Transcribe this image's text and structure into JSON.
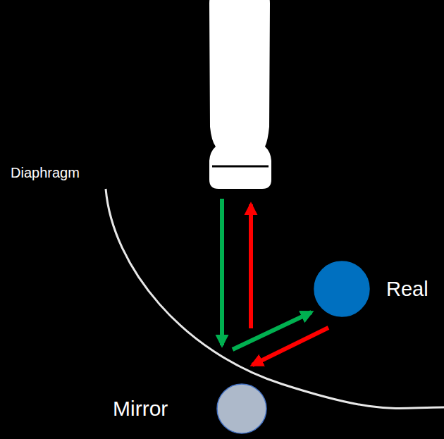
{
  "diagram": {
    "nodes": [
      {
        "text": [
          "Real"
        ]
      },
      {
        "text": [
          "Mirror"
        ]
      }
    ],
    "labels": [
      "Diaphragm"
    ]
  }
}
